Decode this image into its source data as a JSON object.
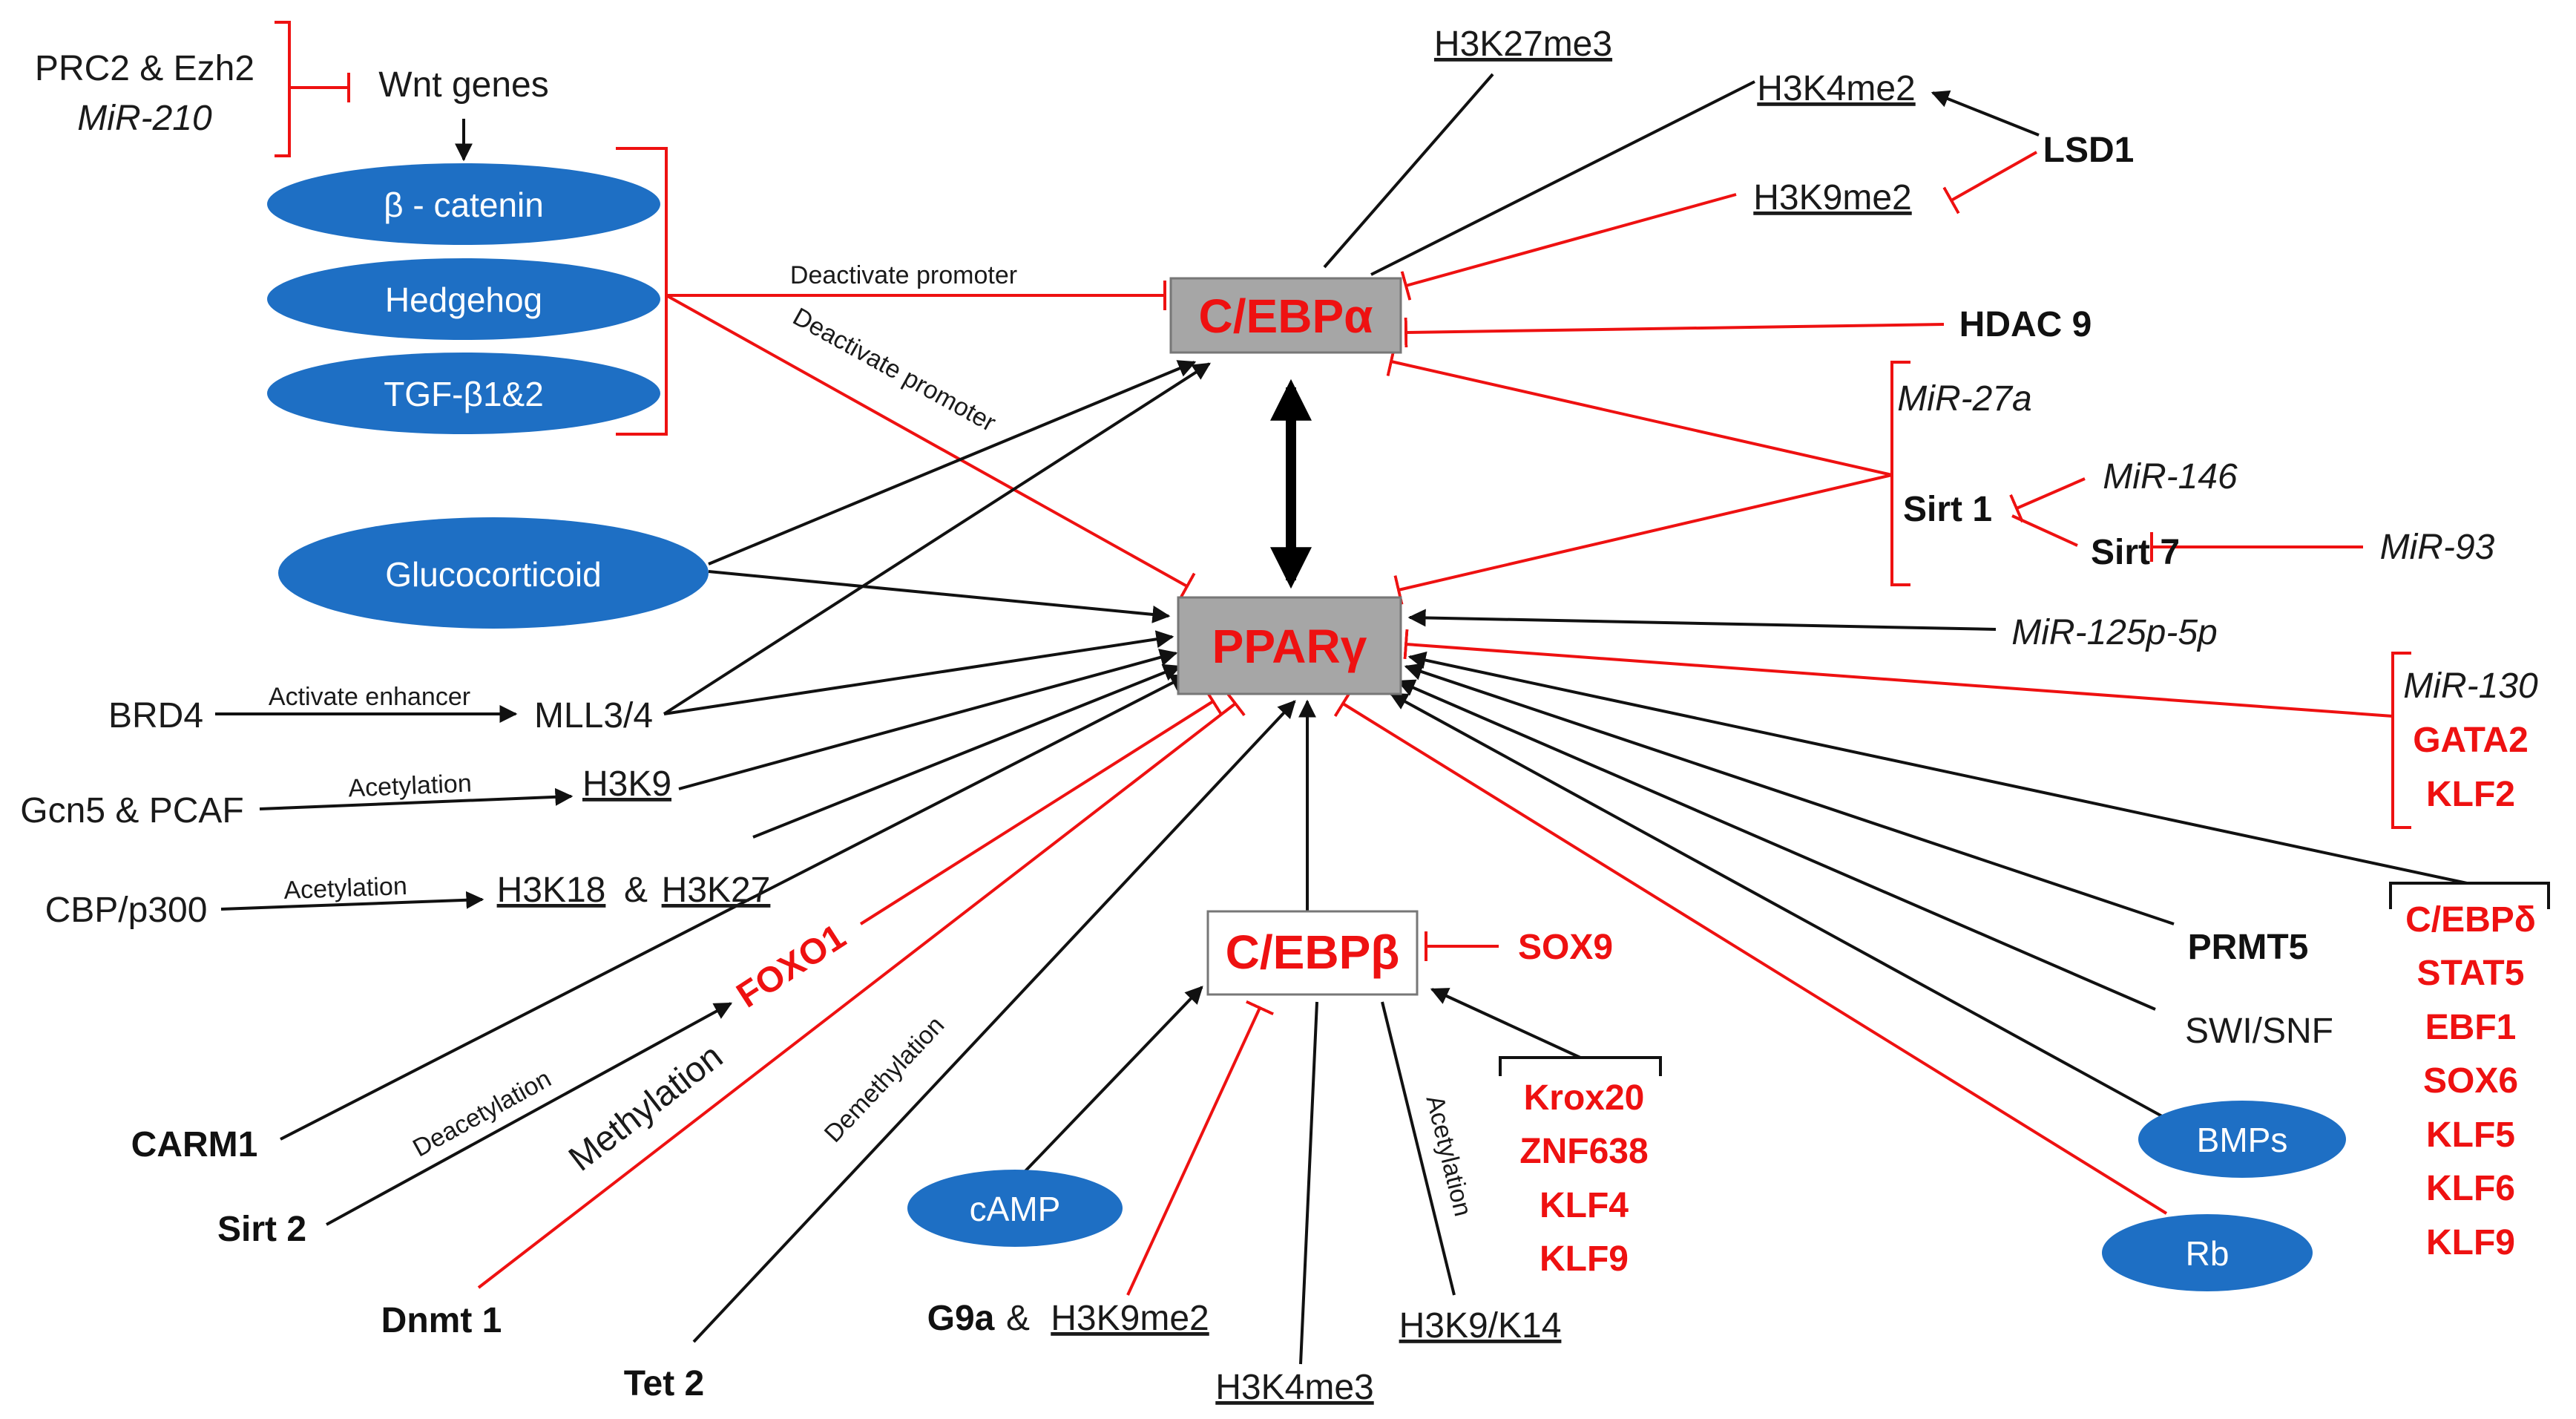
{
  "nodes": {
    "cebpa": "C/EBPα",
    "pparg": "PPARγ",
    "cebpb": "C/EBPβ",
    "prc2": "PRC2 & Ezh2",
    "mir210": "MiR-210",
    "wnt": "Wnt genes",
    "bcatenin": "β - catenin",
    "hedgehog": "Hedgehog",
    "tgfb": "TGF-β1&2",
    "glucocorticoid": "Glucocorticoid",
    "brd4": "BRD4",
    "mll34": "MLL3/4",
    "gcn5": "Gcn5 & PCAF",
    "h3k9": "H3K9",
    "cbp": "CBP/p300",
    "h3k18": "H3K18",
    "amp": "&",
    "h3k27": "H3K27",
    "foxo1": "FOXO1",
    "carm1": "CARM1",
    "sirt2": "Sirt 2",
    "dnmt1": "Dnmt 1",
    "tet2": "Tet 2",
    "camp": "cAMP",
    "g9a": "G9a",
    "g9a_amp": "&",
    "h3k9me2_g9a": "H3K9me2",
    "h3k4me3": "H3K4me3",
    "h3k9k14": "H3K9/K14",
    "sox9": "SOX9",
    "h3k27me3": "H3K27me3",
    "h3k4me2": "H3K4me2",
    "lsd1": "LSD1",
    "h3k9me2_top": "H3K9me2",
    "hdac9": "HDAC 9",
    "mir27a": "MiR-27a",
    "sirt1": "Sirt 1",
    "mir146": "MiR-146",
    "sirt7": "Sirt 7",
    "mir93": "MiR-93",
    "mir125": "MiR-125p-5p",
    "prmt5": "PRMT5",
    "swisnf": "SWI/SNF",
    "bmps": "BMPs",
    "rb": "Rb"
  },
  "groups": {
    "mir130_group": [
      "MiR-130",
      "GATA2",
      "KLF2"
    ],
    "krox_group": [
      "Krox20",
      "ZNF638",
      "KLF4",
      "KLF9"
    ],
    "cebpd_group": [
      "C/EBPδ",
      "STAT5",
      "EBF1",
      "SOX6",
      "KLF5",
      "KLF6",
      "KLF9"
    ]
  },
  "edge_labels": {
    "deactivate1": "Deactivate promoter",
    "deactivate2": "Deactivate promoter",
    "activate_enhancer": "Activate enhancer",
    "acetylation1": "Acetylation",
    "acetylation2": "Acetylation",
    "deacetylation": "Deacetylation",
    "methylation": "Methylation",
    "demethylation": "Demethylation",
    "acetylation3": "Acetylation"
  },
  "colors": {
    "activation": "#111111",
    "inhibition": "#ee1111",
    "ellipse_fill": "#1e6fc4",
    "box_fill": "#a6a6a6"
  }
}
